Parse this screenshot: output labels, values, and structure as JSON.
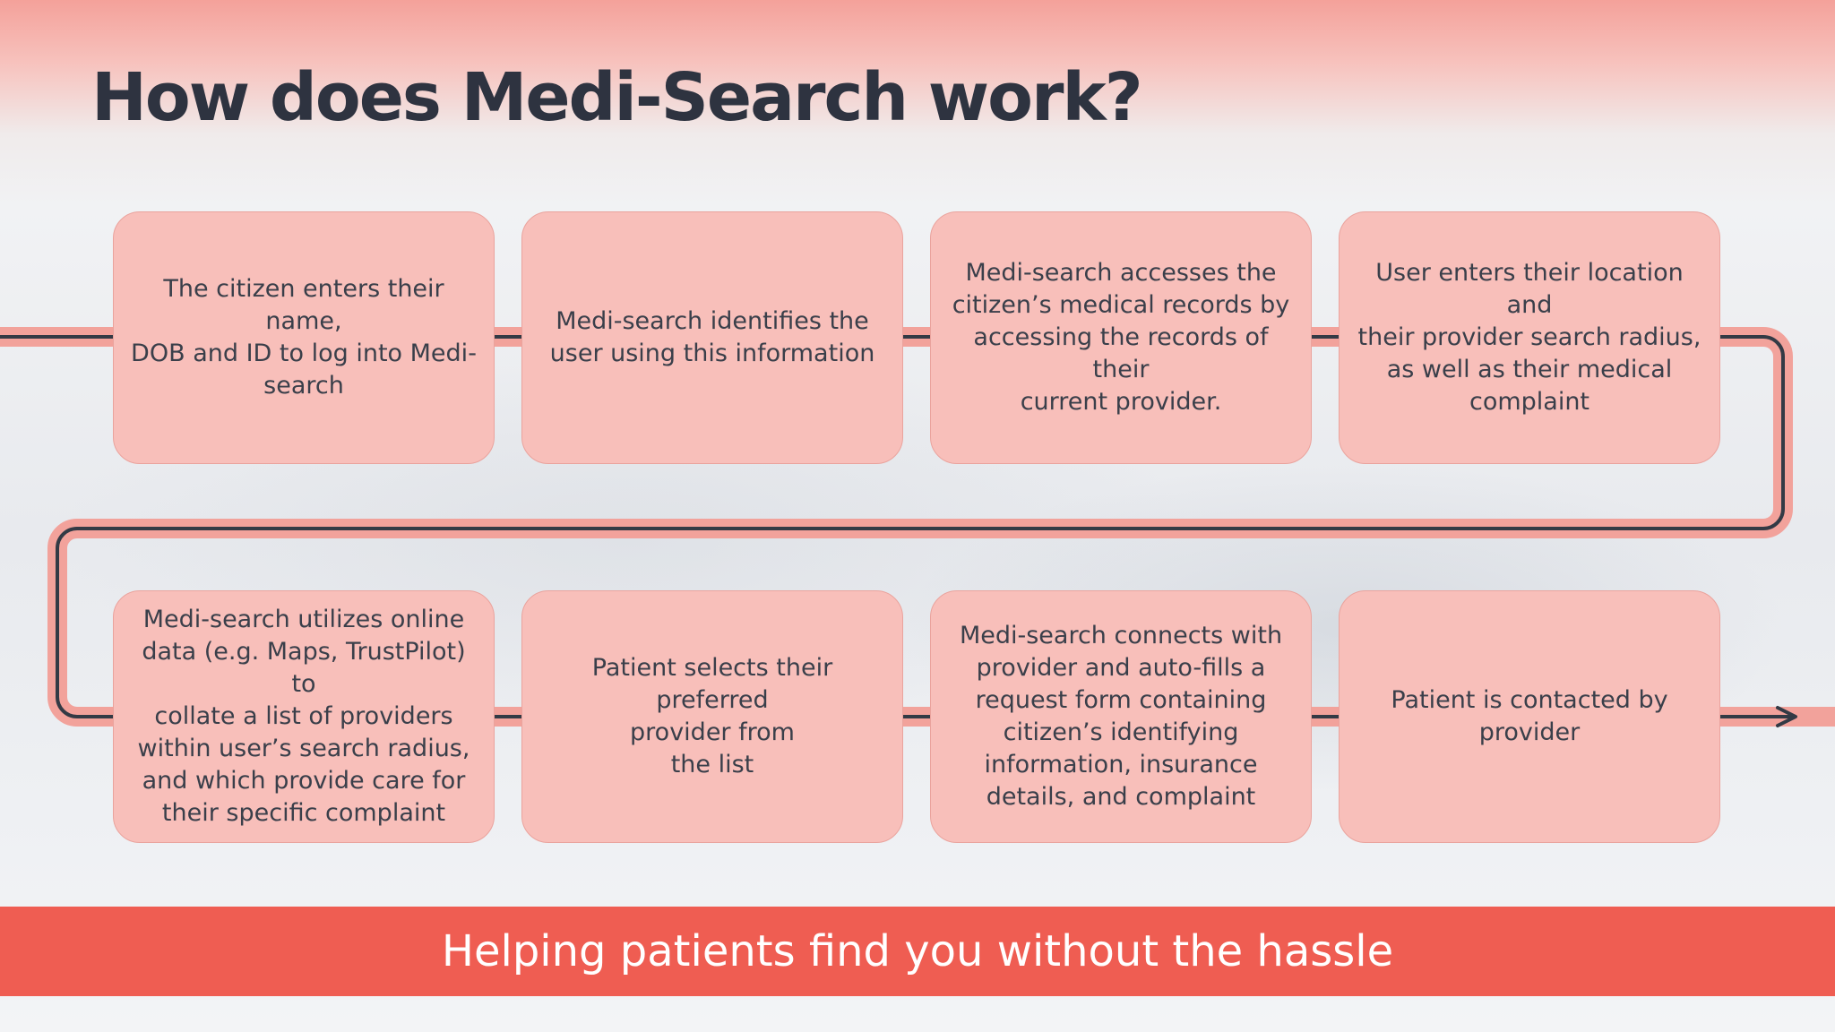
{
  "title": "How does Medi-Search work?",
  "steps": [
    {
      "text": "The citizen enters their name,\nDOB and ID to log into Medi-\nsearch"
    },
    {
      "text": "Medi-search identifies the\nuser using this information"
    },
    {
      "text": "Medi-search accesses the\ncitizen’s medical records by\naccessing the records of their\ncurrent provider."
    },
    {
      "text": "User enters their location and\ntheir provider search radius,\nas well as their medical\ncomplaint"
    },
    {
      "text": "Medi-search utilizes online\ndata (e.g. Maps, TrustPilot)  to\ncollate a list of providers\nwithin user’s search radius,\nand which provide care for\ntheir specific complaint"
    },
    {
      "text": "Patient selects their preferred\nprovider from\nthe list"
    },
    {
      "text": "Medi-search connects with\nprovider and auto-fills a\nrequest form containing\ncitizen’s identifying\ninformation, insurance\ndetails, and complaint"
    },
    {
      "text": "Patient is contacted by\nprovider"
    }
  ],
  "banner": "Helping patients find you without the hassle",
  "colors": {
    "box": "#f8bfba",
    "banner": "#ef5d52",
    "path_band": "#f2a29b",
    "path_line": "#333a45",
    "title": "#2e3340"
  }
}
